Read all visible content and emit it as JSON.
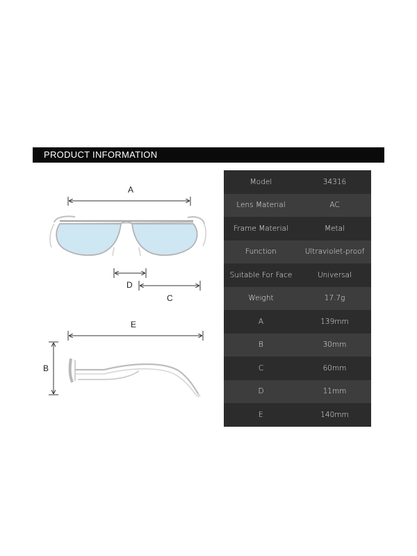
{
  "header": {
    "title": "PRODUCT INFORMATION"
  },
  "diagram_labels": {
    "a": "A",
    "b": "B",
    "c": "C",
    "d": "D",
    "e": "E"
  },
  "specs": [
    {
      "key": "Model",
      "value": "34316"
    },
    {
      "key": "Lens Material",
      "value": "AC"
    },
    {
      "key": "Frame Material",
      "value": "Metal"
    },
    {
      "key": "Function",
      "value": "Ultraviolet-proof"
    },
    {
      "key": "Suitable For Face",
      "value": "Universal"
    },
    {
      "key": "Weight",
      "value": "17.7g"
    },
    {
      "key": "A",
      "value": "139mm"
    },
    {
      "key": "B",
      "value": "30mm"
    },
    {
      "key": "C",
      "value": "60mm"
    },
    {
      "key": "D",
      "value": "11mm"
    },
    {
      "key": "E",
      "value": "140mm"
    }
  ],
  "colors": {
    "header_bg": "#0a0a0a",
    "table_dark": "#2c2c2c",
    "table_light": "#3d3d3d",
    "lens_tint": "#cfe6f3"
  }
}
